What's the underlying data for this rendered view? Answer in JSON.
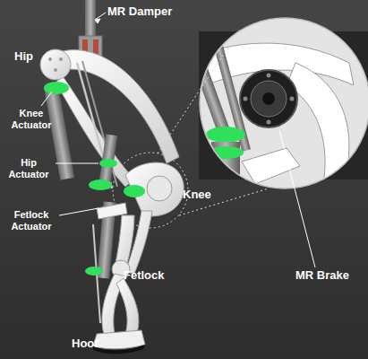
{
  "diagram": {
    "labels": [
      "MR Damper",
      "Hip",
      "Knee Actuator",
      "Hip Actuator",
      "Knee",
      "Fetlock Actuator",
      "Fetlock",
      "Hoof",
      "MR Brake"
    ]
  }
}
